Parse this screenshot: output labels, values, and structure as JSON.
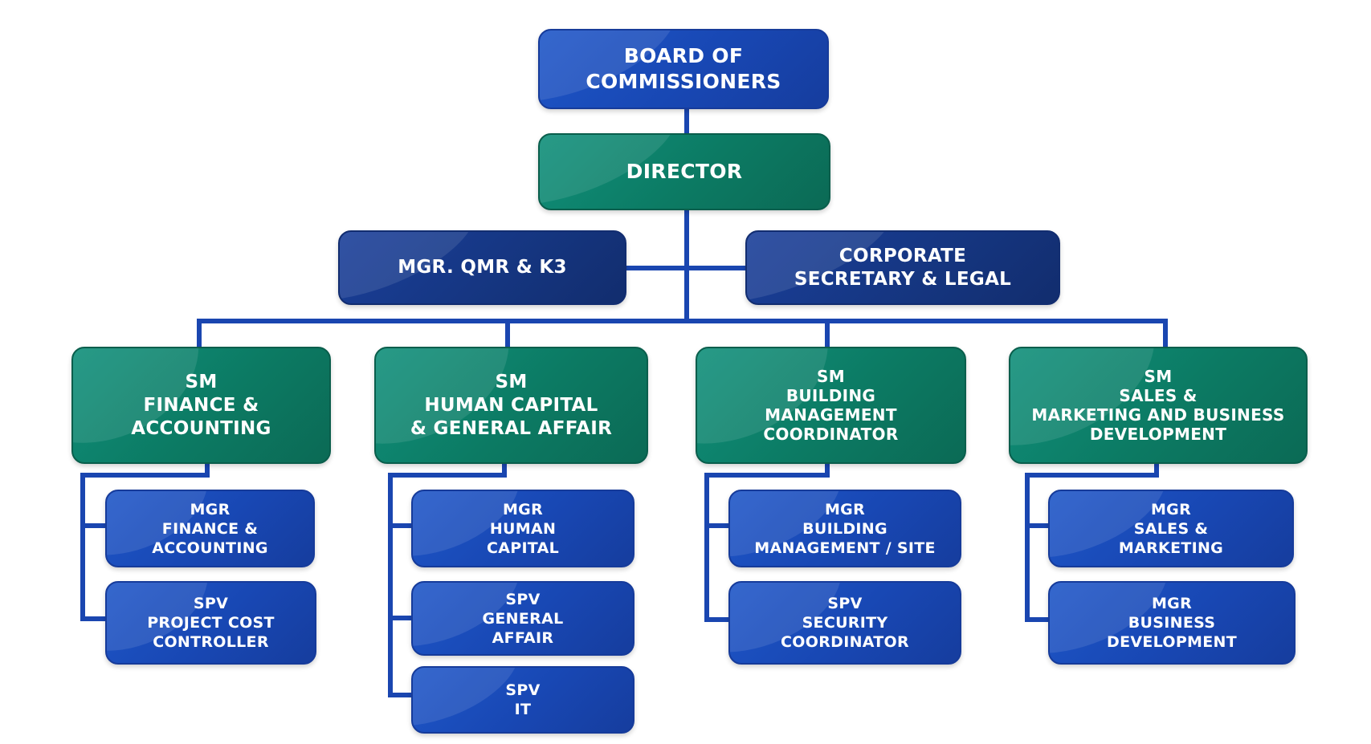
{
  "colors": {
    "line": "#1a46b0",
    "blue": "#1847b3",
    "navy": "#15357f",
    "green": "#0c7a63"
  },
  "top": {
    "board": "BOARD OF\nCOMMISSIONERS",
    "director": "DIRECTOR",
    "qmr": "MGR. QMR & K3",
    "corporate": "CORPORATE\nSECRETARY & LEGAL"
  },
  "departments": [
    {
      "head": "SM\nFINANCE &\nACCOUNTING",
      "units": [
        "MGR\nFINANCE &\nACCOUNTING",
        "SPV\nPROJECT COST\nCONTROLLER"
      ]
    },
    {
      "head": "SM\nHUMAN CAPITAL\n& GENERAL AFFAIR",
      "units": [
        "MGR\nHUMAN\nCAPITAL",
        "SPV\nGENERAL\nAFFAIR",
        "SPV\nIT"
      ]
    },
    {
      "head": "SM\nBUILDING\nMANAGEMENT\nCOORDINATOR",
      "units": [
        "MGR\nBUILDING\nMANAGEMENT / SITE",
        "SPV\nSECURITY\nCOORDINATOR"
      ]
    },
    {
      "head": "SM\nSALES &\nMARKETING AND BUSINESS\nDEVELOPMENT",
      "units": [
        "MGR\nSALES &\nMARKETING",
        "MGR\nBUSINESS\nDEVELOPMENT"
      ]
    }
  ]
}
